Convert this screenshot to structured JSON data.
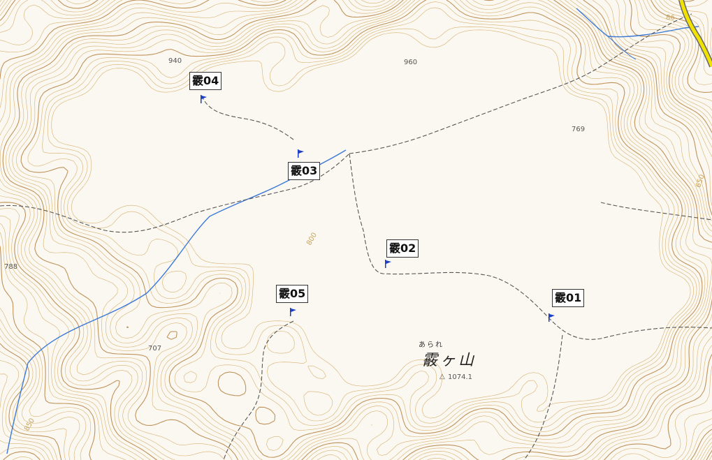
{
  "map": {
    "colors": {
      "background": "#fbf8f1",
      "contour": "#d2a861",
      "contour_index": "#b8874a",
      "river": "#3a78d8",
      "trail": "#555555",
      "road": "#f2e200",
      "marker_flag": "#1e3fbf"
    },
    "markers": [
      {
        "id": "kasumi-01",
        "label": "霰01"
      },
      {
        "id": "kasumi-02",
        "label": "霰02"
      },
      {
        "id": "kasumi-03",
        "label": "霰03"
      },
      {
        "id": "kasumi-04",
        "label": "霰04"
      },
      {
        "id": "kasumi-05",
        "label": "霰05"
      }
    ],
    "peak": {
      "name": "霰ヶ山",
      "furigana": "あられ",
      "elevation": "1074.1"
    },
    "spot_elevations": [
      "940",
      "960",
      "769",
      "788",
      "707"
    ],
    "contour_numbers": [
      "650",
      "800",
      "850",
      "86"
    ]
  }
}
